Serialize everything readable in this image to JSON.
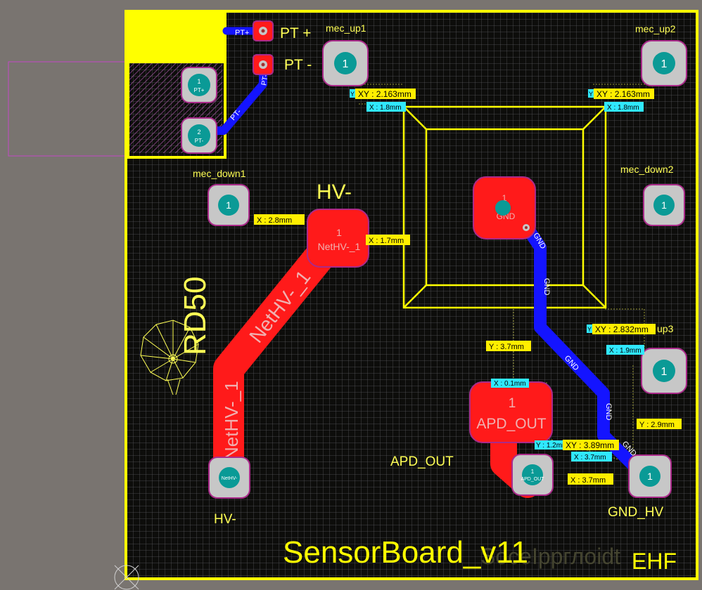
{
  "board": {
    "title": "SensorBoard_v11",
    "company": "EHF",
    "overlay_text": "SocеIppглоidt"
  },
  "colors": {
    "background": "#797470",
    "board": "#0d0d0b",
    "grid": "#5a5a58",
    "outline": "#ffff00",
    "silk": "#ffff55",
    "copper_top": "#ff1a1a",
    "copper_bottom": "#1414ff",
    "pad": "#c7c7c7",
    "pad_border": "#aa2a8a",
    "via": "#0a9a96",
    "keepout": "#b850b8",
    "dim_box": "#ffee00",
    "dim_cyan": "#30e8ff"
  },
  "connectors": {
    "pt_plus": "PT +",
    "pt_minus": "PT -",
    "pad1_num": "1",
    "pad1_net": "PT+",
    "pad2_num": "2",
    "pad2_net": "PT-",
    "trace_pt_plus": "PT+",
    "trace_pt_minus": "PT-",
    "trace_pt_minus_2": "PT-"
  },
  "mounting_holes": {
    "mec_up1": "mec_up1",
    "mec_up2": "mec_up2",
    "mec_down1": "mec_down1",
    "mec_down2": "mec_down2",
    "up3": "up3",
    "pad_num": "1"
  },
  "hv": {
    "label_top": "HV-",
    "label_bottom": "HV-",
    "pad_num": "1",
    "pad_net": "NetHV-_1",
    "trace_label_1": "NetHV-_1",
    "trace_label_2": "NetHV-_1",
    "small_pad_net": "NetHV-"
  },
  "gnd": {
    "pad_num": "1",
    "pad_net": "GND",
    "trace_labels": [
      "GND",
      "GND",
      "GND",
      "GND",
      "GND"
    ],
    "label": "GND_HV"
  },
  "apd": {
    "pad_num": "1",
    "pad_net": "APD_OUT",
    "label": "APD_OUT",
    "small_pad_num": "1",
    "small_pad_net": "APD_OUT"
  },
  "component": {
    "designator": "RD50"
  },
  "dimensions": {
    "xy_up1": "XY : 2.163mm",
    "x_up1": "X : 1.8mm",
    "xy_up2": "XY : 2.163mm",
    "x_up2": "X : 1.8mm",
    "x_down1": "X : 2.8mm",
    "x_hv": "X : 1.7mm",
    "xy_up3": "XY : 2.832mm",
    "x_up3": "X : 1.9mm",
    "y_apd": "Y : 3.7mm",
    "x_apd": "X : 0.1mm",
    "y_right": "Y : 2.9mm",
    "y_apd_small": "Y : 1.2mm",
    "xy_apd": "XY : 3.89mm",
    "x_apd_gnd": "X : 3.7mm",
    "x_bottom": "X : 3.7mm",
    "y_marker": "Y"
  }
}
